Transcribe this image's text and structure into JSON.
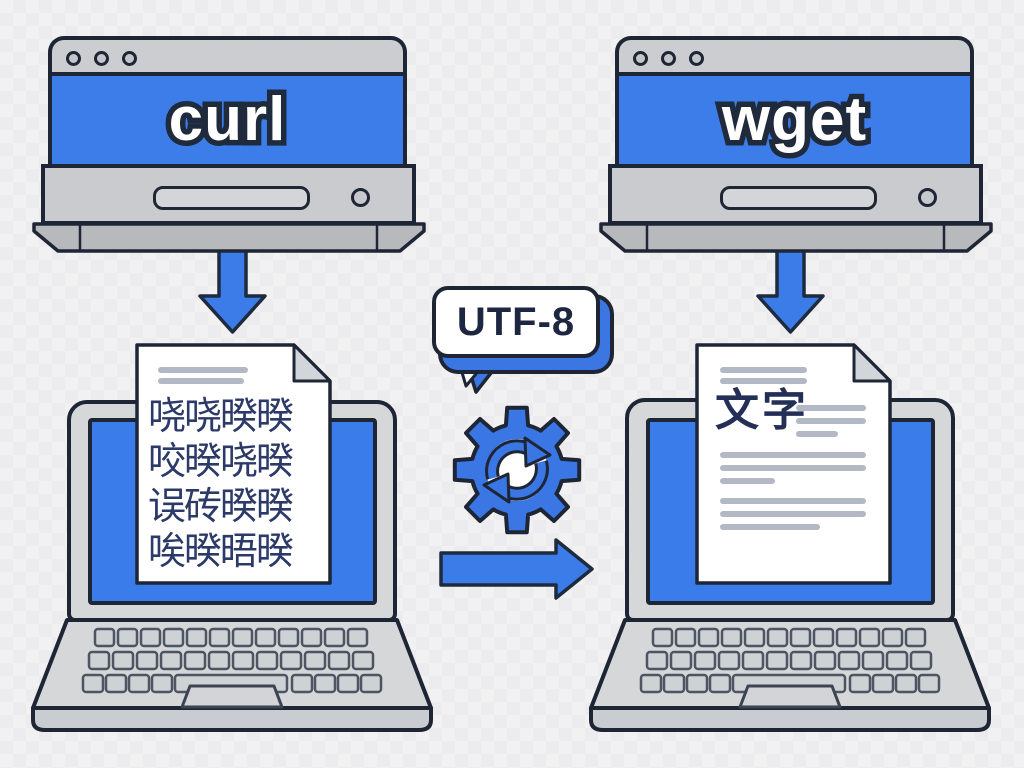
{
  "illustration": {
    "left_pipeline": {
      "browser_label": "curl",
      "document": {
        "garbled_lines": [
          "哓哓暌暌",
          "咬暌哓暌",
          "误砖暌暌",
          "唉暌晤暌"
        ]
      }
    },
    "right_pipeline": {
      "browser_label": "wget",
      "document": {
        "text": "文字"
      }
    },
    "center": {
      "encoding_badge": "UTF-8"
    },
    "colors": {
      "accent_blue": "#3b7ce8",
      "screen_blue": "#3a7ce9",
      "outline_navy": "#1e2636",
      "panel_gray": "#c9cbce",
      "titlebar_gray": "#cbcdd0",
      "laptop_gray": "#d5d7d9",
      "base_gray": "#b7b9bd",
      "muted_line_gray": "#b2b8c4",
      "garbled_text_navy": "#2b3a68",
      "background": "#f1f1f2"
    }
  }
}
